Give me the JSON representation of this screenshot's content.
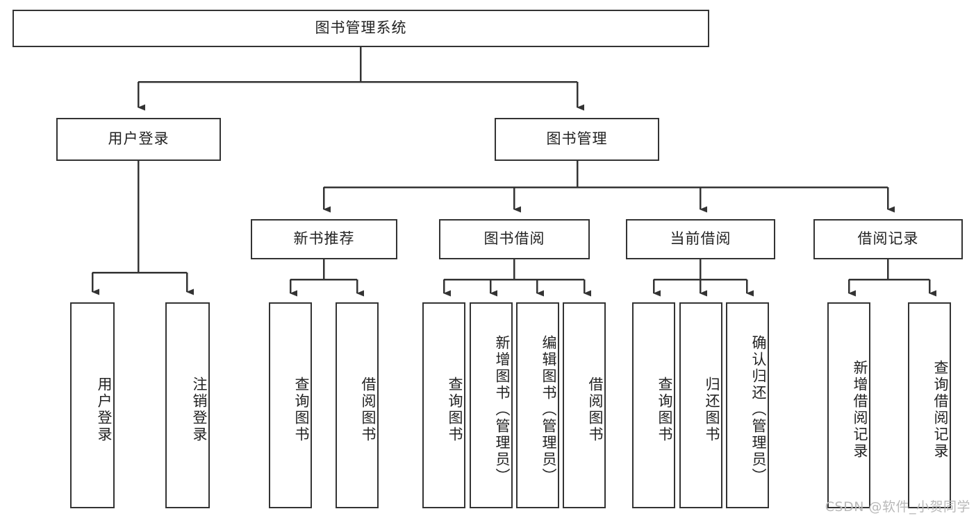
{
  "diagram": {
    "title": "图书管理系统",
    "type": "tree-hierarchy-chart",
    "watermark": "CSDN @软件_小贺同学",
    "colors": {
      "stroke": "#333333",
      "fill": "#ffffff",
      "text": "#222222",
      "watermark": "#b9b9b9"
    },
    "root": {
      "id": "root",
      "label": "图书管理系统"
    },
    "level2": [
      {
        "id": "user-login",
        "label": "用户登录"
      },
      {
        "id": "book-manage",
        "label": "图书管理"
      }
    ],
    "level3": [
      {
        "id": "new-book-recommend",
        "label": "新书推荐",
        "parent": "book-manage"
      },
      {
        "id": "book-borrow",
        "label": "图书借阅",
        "parent": "book-manage"
      },
      {
        "id": "current-borrow",
        "label": "当前借阅",
        "parent": "book-manage"
      },
      {
        "id": "borrow-record",
        "label": "借阅记录",
        "parent": "book-manage"
      }
    ],
    "leaves": {
      "user_login": [
        {
          "id": "leaf-user-login",
          "label": "用户登录"
        },
        {
          "id": "leaf-logout-login",
          "label": "注销登录"
        }
      ],
      "new_book_recommend": [
        {
          "id": "leaf-query-book-1",
          "label": "查询图书"
        },
        {
          "id": "leaf-borrow-book-1",
          "label": "借阅图书"
        }
      ],
      "book_borrow": [
        {
          "id": "leaf-query-book-2",
          "label": "查询图书"
        },
        {
          "id": "leaf-add-book",
          "label": "新增图书（管理员）"
        },
        {
          "id": "leaf-edit-book",
          "label": "编辑图书（管理员）"
        },
        {
          "id": "leaf-borrow-book-2",
          "label": "借阅图书"
        }
      ],
      "current_borrow": [
        {
          "id": "leaf-query-book-3",
          "label": "查询图书"
        },
        {
          "id": "leaf-return-book",
          "label": "归还图书"
        },
        {
          "id": "leaf-confirm-return",
          "label": "确认归还（管理员）"
        }
      ],
      "borrow_record": [
        {
          "id": "leaf-add-borrow-record",
          "label": "新增借阅记录"
        },
        {
          "id": "leaf-query-borrow-record",
          "label": "查询借阅记录"
        }
      ]
    }
  }
}
